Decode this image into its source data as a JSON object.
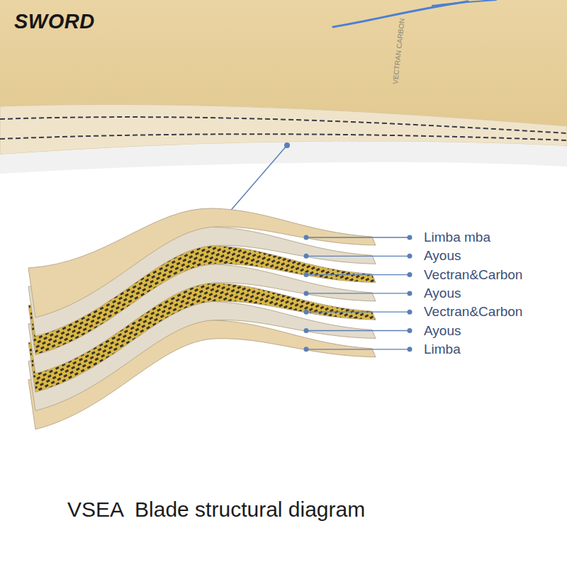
{
  "diagram": {
    "caption": "VSEA  Blade structural diagram",
    "labels": [
      "SWORD",
      "VECTRAN CARBON",
      "Limba mba",
      "Ayous",
      "Vectran&Carbon",
      "Ayous",
      "Vectran&Carbon",
      "Ayous",
      "Limba"
    ]
  }
}
